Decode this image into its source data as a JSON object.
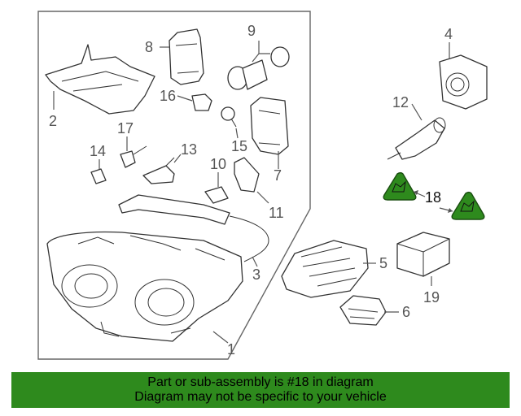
{
  "callouts": {
    "c1": "1",
    "c2": "2",
    "c3": "3",
    "c4": "4",
    "c5": "5",
    "c6": "6",
    "c7": "7",
    "c8": "8",
    "c9": "9",
    "c10": "10",
    "c11": "11",
    "c12": "12",
    "c13": "13",
    "c14": "14",
    "c15": "15",
    "c16": "16",
    "c17": "17",
    "c18": "18",
    "c19": "19"
  },
  "highlight": {
    "part_number": "18",
    "color": "#2e8a1d"
  },
  "banner": {
    "line1": "Part or sub-assembly is #18 in diagram",
    "line2": "Diagram may not be specific to your vehicle",
    "background": "#2e8a1d"
  },
  "colors": {
    "line_art": "#333333",
    "callout_text": "#555555"
  }
}
